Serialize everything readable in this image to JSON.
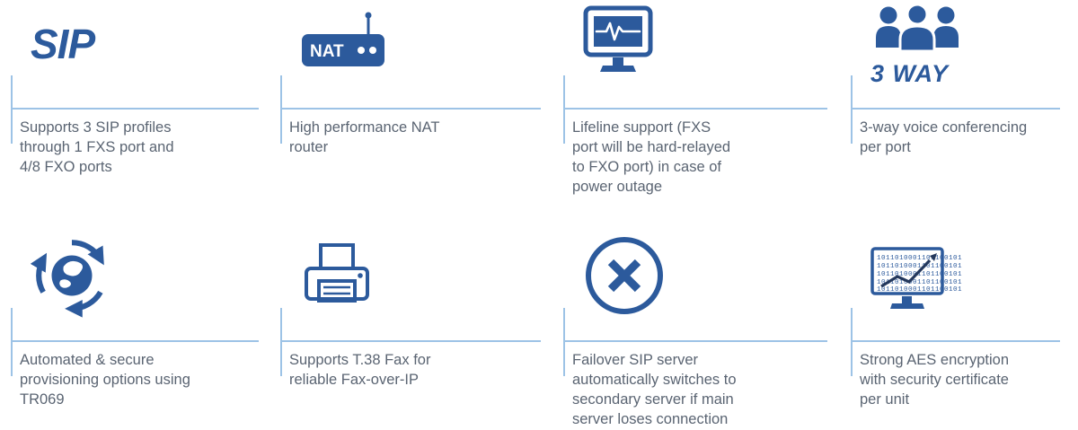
{
  "theme": {
    "icon_blue": "#2C5A9C",
    "line_blue": "#9DC3E6",
    "text_color": "#5A6472",
    "graph_navy": "#24385C",
    "background": "#FFFFFF"
  },
  "features": [
    {
      "name": "sip-profiles",
      "icon": "sip-logo",
      "logo_text": "SIP",
      "text": "Supports 3 SIP profiles\nthrough 1 FXS port and\n4/8 FXO ports"
    },
    {
      "name": "nat-router",
      "icon": "nat-router-icon",
      "logo_text": "NAT",
      "text": "High performance NAT\nrouter"
    },
    {
      "name": "lifeline-support",
      "icon": "lifeline-monitor-icon",
      "text": "Lifeline support (FXS\nport will be hard-relayed\nto FXO port) in case of\npower outage"
    },
    {
      "name": "three-way-conferencing",
      "icon": "three-way-people-icon",
      "logo_text": "3 WAY",
      "text": "3-way voice conferencing\nper port"
    },
    {
      "name": "secure-provisioning",
      "icon": "globe-sync-icon",
      "text": "Automated & secure\nprovisioning options using\nTR069"
    },
    {
      "name": "t38-fax",
      "icon": "fax-printer-icon",
      "text": "Supports T.38 Fax for\nreliable Fax-over-IP"
    },
    {
      "name": "failover-sip-server",
      "icon": "failover-x-icon",
      "text": "Failover SIP server\nautomatically switches to\nsecondary server if main\nserver loses connection"
    },
    {
      "name": "aes-encryption",
      "icon": "encrypted-monitor-icon",
      "binary_row": "1011010001101100101",
      "text": "Strong AES encryption\nwith security certificate\nper unit"
    }
  ]
}
